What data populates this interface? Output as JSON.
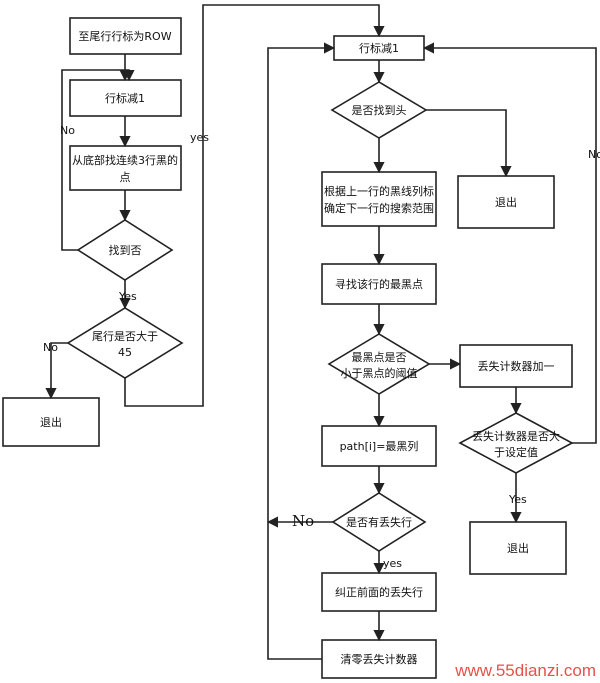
{
  "nodes": {
    "n1": "至尾行行标为ROW",
    "n2": "行标减1",
    "n3": [
      "从底部找连续3行黑的",
      "点"
    ],
    "n4": "找到否",
    "n5": [
      "尾行是否大于",
      "45"
    ],
    "n6": "退出",
    "n7": "行标减1",
    "n8": "是否找到头",
    "n9": [
      "根据上一行的黑线列标",
      "确定下一行的搜索范围"
    ],
    "n10": "退出",
    "n11": "寻找该行的最黑点",
    "n12": [
      "最黑点是否",
      "小于黑点的阈值"
    ],
    "n13": "丢失计数器加一",
    "n14": "path[i]=最黑列",
    "n15": [
      "丢失计数器是否大",
      "于设定值"
    ],
    "n16": "是否有丢失行",
    "n17": "退出",
    "n18": "纠正前面的丢失行",
    "n19": "清零丢失计数器"
  },
  "edge_labels": {
    "no_left_loop": "No",
    "yes_found": "Yes",
    "no_tail": "No",
    "yes_long": "yes",
    "no_right": "No",
    "yes_counter": "Yes",
    "no_missing": "No",
    "yes_missing": "yes"
  },
  "watermark": "www.55dianzi.com"
}
